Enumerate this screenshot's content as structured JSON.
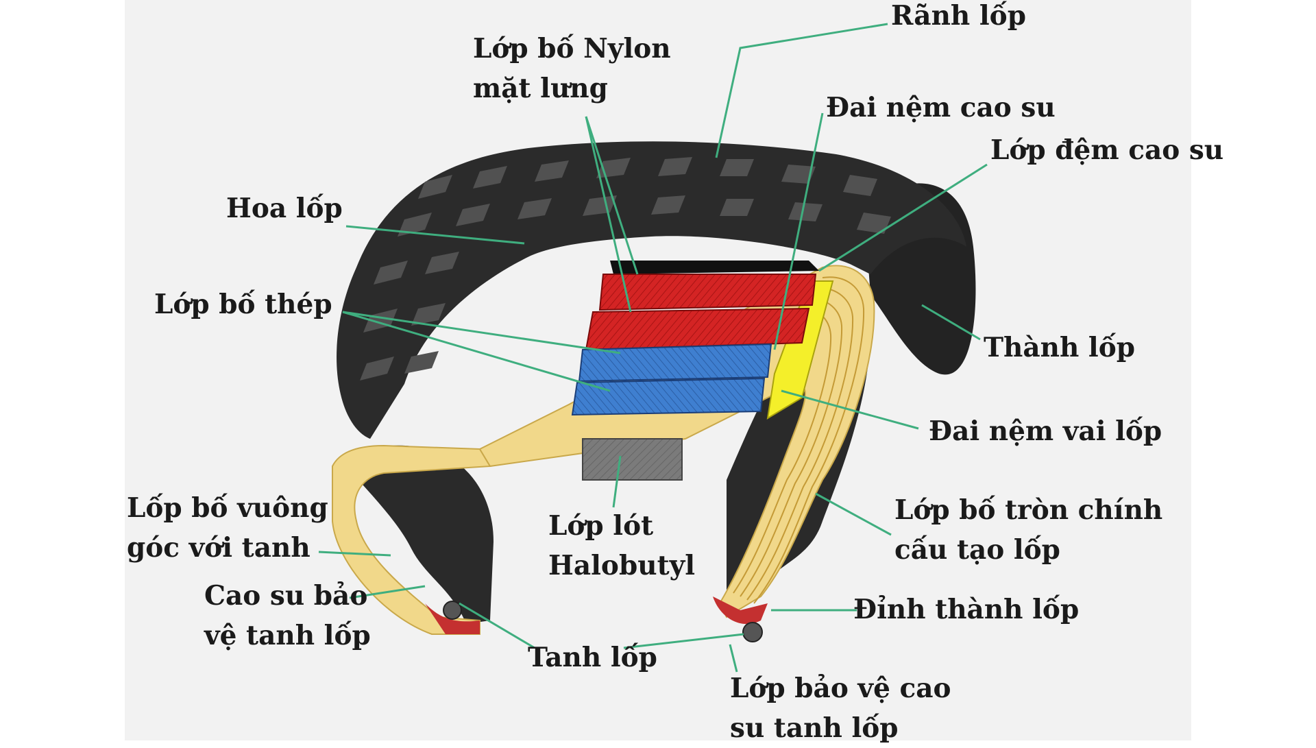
{
  "colors": {
    "leader_line": "#3fae7f",
    "tread_rubber": "#2b2b2b",
    "sidewall_rubber": "#232323",
    "nylon_cap_ply": "#d42424",
    "steel_belt": "#3f7fd0",
    "body_ply": "#f1d88a",
    "shoulder_pad": "#f4ef2a",
    "inner_liner": "#7b7b7b",
    "background": "#f2f2f2"
  },
  "labels": {
    "groove": "Rãnh lốp",
    "nylon_cap_1": "Lớp bố Nylon",
    "nylon_cap_2": "mặt lưng",
    "cushion_belt": "Đai nệm cao su",
    "rubber_cushion": "Lớp đệm cao su",
    "tread": "Hoa lốp",
    "steel_belts": "Lớp bố thép",
    "sidewall": "Thành lốp",
    "shoulder_pad": "Đai nệm vai lốp",
    "radial_ply_1": "Lớp bố tròn chính",
    "radial_ply_2": "cấu tạo lốp",
    "chafer_1": "Lốp bố vuông",
    "chafer_2": "góc với tanh",
    "liner_1": "Lớp lót",
    "liner_2": "Halobutyl",
    "bead_protector_1": "Cao su bảo",
    "bead_protector_2": "vệ tanh lốp",
    "bead": "Tanh lốp",
    "apex": "Đỉnh thành lốp",
    "bead_cover_1": "Lớp bảo vệ cao",
    "bead_cover_2": "su tanh lốp"
  }
}
